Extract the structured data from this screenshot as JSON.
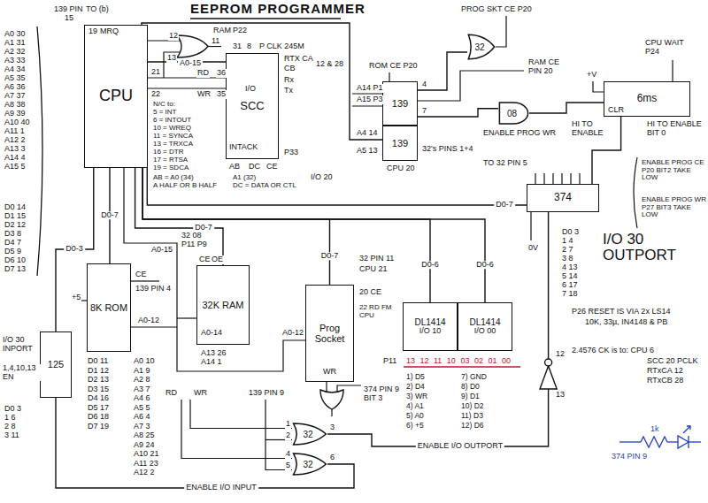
{
  "diagram": {
    "title": "EEPROM PROGRAMMER",
    "nodes": [
      {
        "text": [
          "CPU"
        ]
      },
      {
        "text": [
          "SCC"
        ]
      },
      {
        "text": [
          "139"
        ]
      },
      {
        "text": [
          "139"
        ]
      },
      {
        "text": [
          "8K ROM"
        ]
      },
      {
        "text": [
          "32K RAM"
        ]
      },
      {
        "text": [
          "Prog Socket"
        ]
      },
      {
        "text": [
          "DL1414",
          "I/O 10"
        ]
      },
      {
        "text": [
          "DL1414",
          "I/O 00"
        ]
      },
      {
        "text": [
          "374"
        ]
      },
      {
        "text": [
          "6ms"
        ]
      },
      {
        "text": [
          "125"
        ]
      },
      {
        "text": [
          "32"
        ]
      },
      {
        "text": [
          "08"
        ]
      },
      {
        "text": [
          "32"
        ]
      },
      {
        "text": [
          "32"
        ]
      }
    ],
    "edges": [
      {
        "from": 0,
        "to": 1,
        "arrow": "none",
        "label": "A0-15"
      },
      {
        "from": 0,
        "to": 4,
        "arrow": "none",
        "label": "D0-7"
      },
      {
        "from": 0,
        "to": 5,
        "arrow": "none",
        "label": "D0-7"
      },
      {
        "from": 0,
        "to": 6,
        "arrow": "none",
        "label": "D0-7"
      },
      {
        "from": 0,
        "to": 3,
        "arrow": "none"
      },
      {
        "from": 2,
        "to": 12,
        "arrow": "none"
      },
      {
        "from": 2,
        "to": 13,
        "arrow": "none"
      },
      {
        "from": 13,
        "to": 10,
        "arrow": "none"
      },
      {
        "from": 9,
        "to": 10,
        "arrow": "none"
      },
      {
        "from": 14,
        "to": 9,
        "arrow": "none",
        "label": "ENABLE I/O OUTPORT"
      },
      {
        "from": 15,
        "to": 11,
        "arrow": "none",
        "label": "ENABLE I/O INPUT"
      },
      {
        "from": 11,
        "to": 0,
        "arrow": "none",
        "label": "D0-3"
      },
      {
        "from": 0,
        "to": 9,
        "arrow": "none",
        "label": "D0-7"
      },
      {
        "from": 0,
        "to": 7,
        "arrow": "none",
        "label": "D0-6"
      },
      {
        "from": 0,
        "to": 8,
        "arrow": "none",
        "label": "D0-6"
      }
    ],
    "labels": [
      "A0 30",
      "A1 31",
      "A2 32",
      "A3 33",
      "A4 34",
      "A5 35",
      "A6 36",
      "A7 37",
      "A8 38",
      "A9 39",
      "A10 40",
      "A11 1",
      "A12 2",
      "A13 3",
      "A14 4",
      "A15 5",
      "D0 14",
      "D1 15",
      "D2 12",
      "D3 8",
      "D4 7",
      "D5 9",
      "D6 10",
      "D7 13",
      "TO (b)",
      "139 PIN",
      "15",
      "19",
      "MRQ",
      "21",
      "22",
      "12",
      "13",
      "11",
      "RAM",
      "P22",
      "RD",
      "36",
      "WR",
      "35",
      "31",
      "8",
      "P CLK 245M",
      "RTX CA",
      "CB",
      "12 & 28",
      "Rx",
      "Tx",
      "I/O",
      "INTACK",
      "AB",
      "DC",
      "CE",
      "P33",
      "N/C to:",
      "5 = INT",
      "6 = INTOUT",
      "10 = WREQ",
      "11 = SYNCA",
      "13 = TRXCA",
      "16 = DTR",
      "17 = RTSA",
      "19 = SDCA",
      "AB = A0 (34)",
      "A HALF OR B HALF",
      "A1 (32)",
      "DC = DATA OR CTL",
      "I/O 20",
      "A14 P1",
      "A15 P3",
      "A4 14",
      "A5 13",
      "CPU 20",
      "ROM CE P20",
      "4",
      "7",
      "PROG SKT CE P20",
      "RAM CE PIN 20",
      "ENABLE PROG WR",
      "TO 32 PIN 5",
      "32's PINS 1+4",
      "+V",
      "CLR",
      "CPU WAIT P24",
      "HI TO ENABLE",
      "HI TO ENABLE BIT 0",
      "ENABLE PROG CE P20 BIT2 TAKE LOW",
      "ENABLE PROG WR P27 BIT3 TAKE LOW",
      "0V",
      "D0 3",
      "1 4",
      "2 7",
      "3 8",
      "4 13",
      "5 14",
      "6 17",
      "7 18",
      "I/O 30 OUTPORT",
      "P26 RESET IS VIA 2x LS14",
      "10K, 33µ, IN4148 & PB",
      "2.4576 CK is to: CPU 6",
      "SCC 20 PCLK",
      "RTxCA 12",
      "RTxCB 28",
      "12",
      "13",
      "374 PIN 9",
      "1k",
      "P11",
      "13 12 11 10 03 02 01 00",
      "1) D5",
      "2) D4",
      "3) WR",
      "4) A1",
      "5) A0",
      "6) +5",
      "7) GND",
      "8) D0",
      "9) D1",
      "10) D2",
      "11) D3",
      "12) D6",
      "32 PIN 11",
      "CPU 21",
      "20 CE",
      "22 RD FM CPU",
      "A0-12",
      "WR",
      "139 PIN 9",
      "374 PIN 9 BIT 3",
      "32 08",
      "P11 P9",
      "CE",
      "OE",
      "A0-14",
      "A13 26",
      "A14 1",
      "RD",
      "WR",
      "1",
      "2",
      "3",
      "4",
      "5",
      "6",
      "A0-15",
      "CE",
      "139 PIN 4",
      "A0-12",
      "+5",
      "D0 11",
      "D1 12",
      "D2 13",
      "D3 15",
      "D4 16",
      "D5 17",
      "D6 18",
      "D7 19",
      "A0 10",
      "A1 9",
      "A2 8",
      "A3 7",
      "A4 6",
      "A5 5",
      "A6 4",
      "A7 3",
      "A8 25",
      "A9 24",
      "A10 21",
      "A11 23",
      "A12 2",
      "I/O 30 INPORT",
      "1,4,10,13 EN",
      "D0 3",
      "1 6",
      "2 8",
      "3 11"
    ]
  }
}
